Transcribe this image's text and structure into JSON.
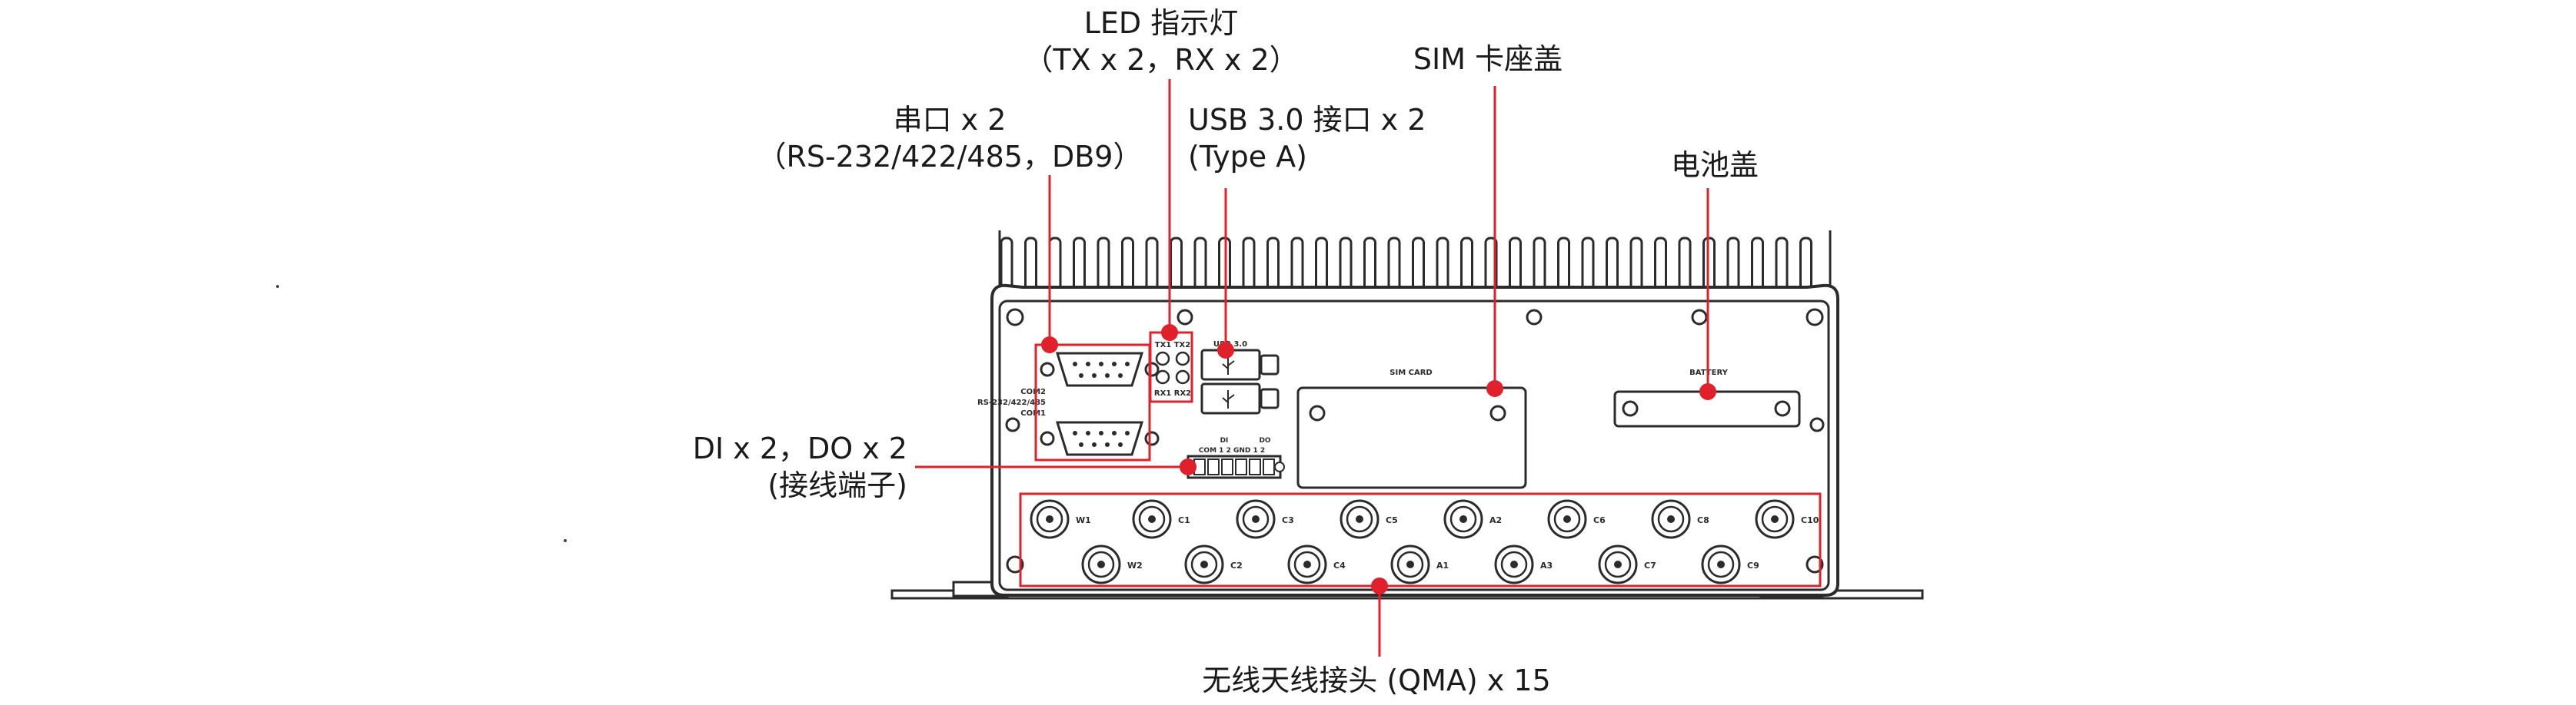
{
  "callouts": {
    "led": {
      "line1": "LED 指示灯",
      "line2": "（TX x 2，RX x 2）"
    },
    "serial": {
      "line1": "串口 x 2",
      "line2": "（RS-232/422/485，DB9）"
    },
    "usb": {
      "line1": "USB 3.0 接口 x 2",
      "line2": "(Type A)"
    },
    "sim": {
      "line1": "SIM 卡座盖"
    },
    "battery": {
      "line1": "电池盖"
    },
    "dido": {
      "line1": "DI x 2，DO x 2",
      "line2": "(接线端子)"
    },
    "antenna": {
      "line1": "无线天线接头 (QMA) x 15"
    }
  },
  "panel_labels": {
    "tx1_tx2": "TX1 TX2",
    "rx1_rx2": "RX1 RX2",
    "usb": "USB 3.0",
    "com2": "COM2",
    "com_std": "RS-232/422/485",
    "com1": "COM1",
    "di_hdr": "DI",
    "do_hdr": "DO",
    "dio_row": "COM  1    2  GND  1    2",
    "sim_card": "SIM CARD",
    "battery": "BATTERY"
  },
  "antenna_labels": {
    "top": [
      "W1",
      "C1",
      "C3",
      "C5",
      "A2",
      "C6",
      "C8",
      "C10"
    ],
    "bottom": [
      "W2",
      "C2",
      "C4",
      "A1",
      "A3",
      "C7",
      "C9"
    ]
  },
  "colors": {
    "accent_red": "#e0202a",
    "outline": "#2b2b2b",
    "fill": "#ffffff",
    "text": "#1a1a1a"
  }
}
